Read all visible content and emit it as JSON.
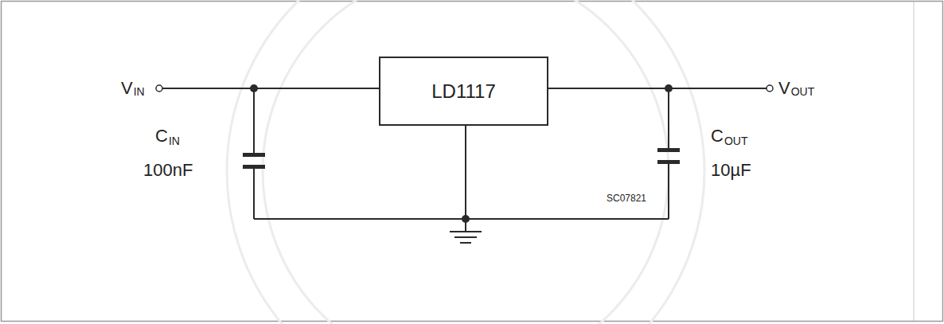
{
  "diagram": {
    "nodes": [
      {
        "text": [
          "LD1117"
        ]
      }
    ],
    "labels": [
      "V",
      "IN",
      "C",
      "IN",
      "100nF",
      "C",
      "OUT",
      "10µF",
      "V",
      "OUT",
      "SC07821"
    ]
  }
}
